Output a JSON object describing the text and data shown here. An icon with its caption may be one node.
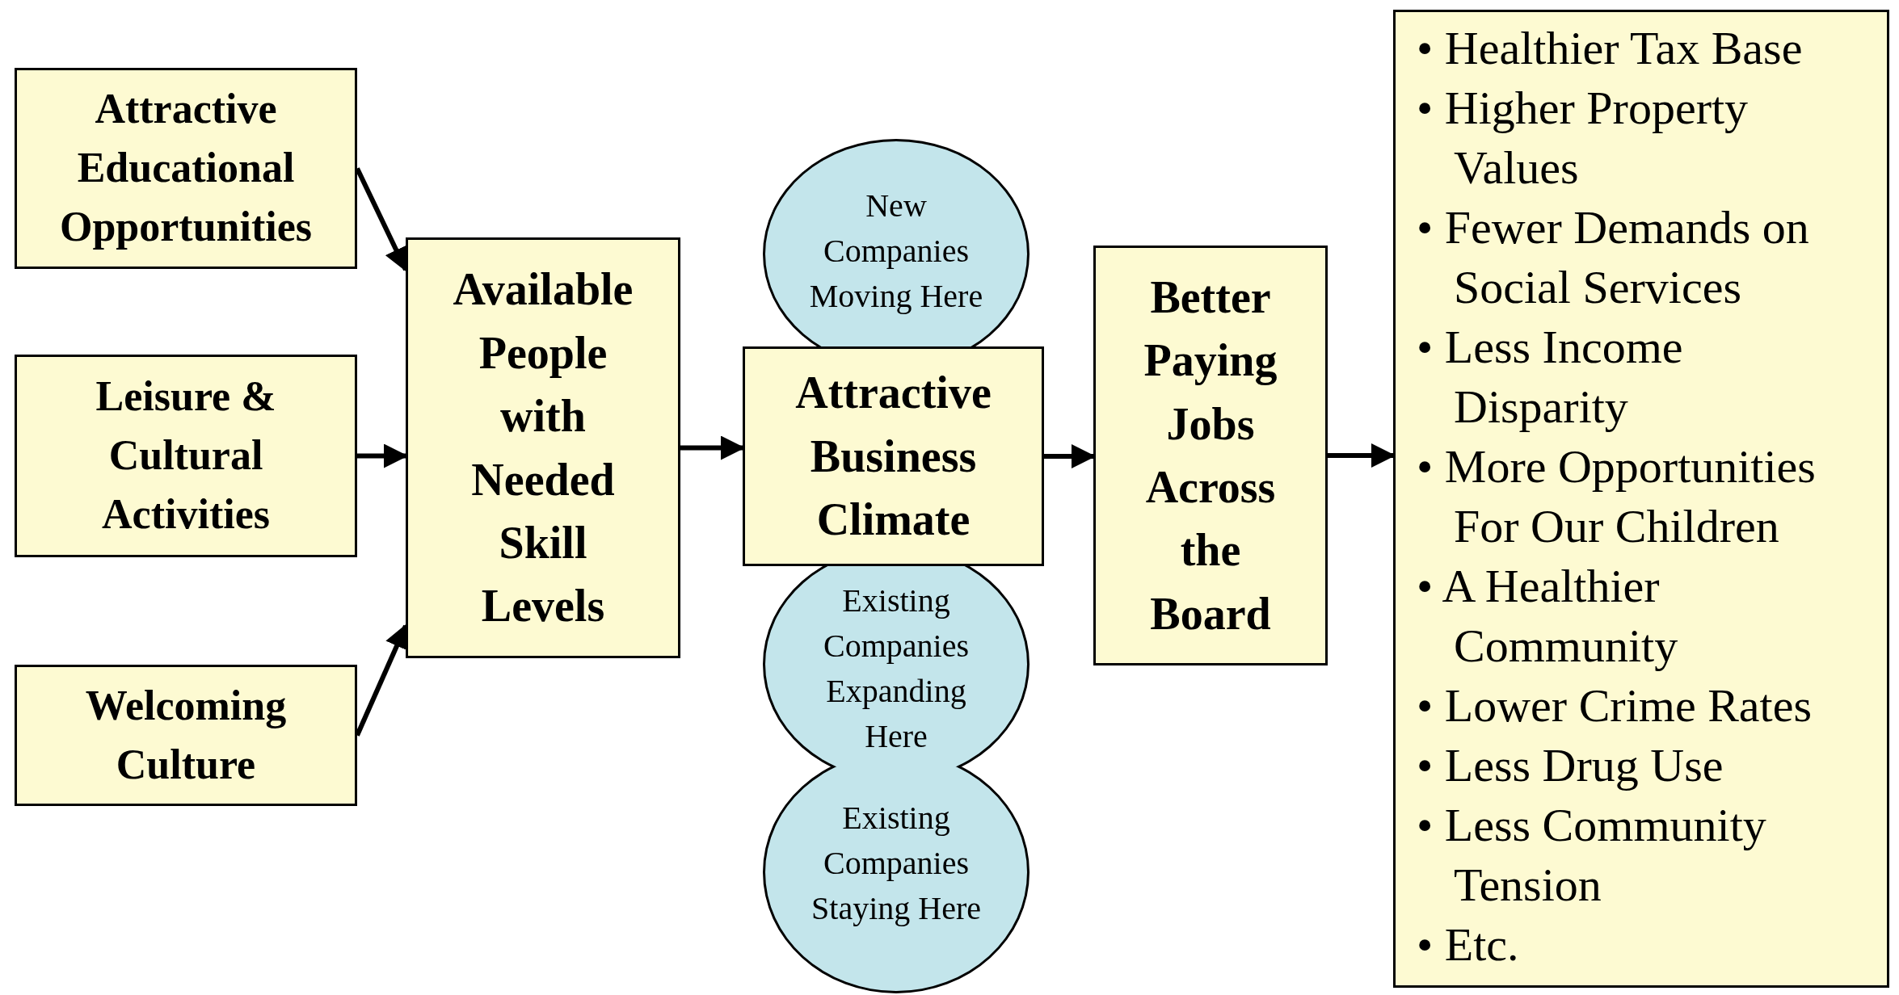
{
  "diagram": {
    "nodes": [
      {
        "text": [
          "Attractive Educational Opportunities"
        ]
      },
      {
        "text": [
          "Leisure & Cultural Activities"
        ]
      },
      {
        "text": [
          "Welcoming Culture"
        ]
      },
      {
        "text": [
          "Available People with Needed Skill Levels"
        ]
      },
      {
        "text": [
          "New Companies Moving Here"
        ]
      },
      {
        "text": [
          "Attractive Business Climate"
        ]
      },
      {
        "text": [
          "Existing Companies Expanding Here"
        ]
      },
      {
        "text": [
          "Existing Companies Staying Here"
        ]
      },
      {
        "text": [
          "Better Paying Jobs Across the Board"
        ]
      },
      {
        "text": [
          "• Healthier Tax Base",
          "• Higher Property Values",
          "• Fewer Demands on Social Services",
          "• Less Income Disparity",
          "• More Opportunities For Our Children",
          "• A Healthier Community",
          "• Lower Crime Rates",
          "• Less Drug Use",
          "• Less Community Tension",
          "• Etc."
        ]
      }
    ],
    "edges": [
      {
        "from": 0,
        "to": 3,
        "arrow": "to"
      },
      {
        "from": 1,
        "to": 3,
        "arrow": "to"
      },
      {
        "from": 2,
        "to": 3,
        "arrow": "to"
      },
      {
        "from": 3,
        "to": 5,
        "arrow": "to"
      },
      {
        "from": 5,
        "to": 8,
        "arrow": "to"
      },
      {
        "from": 8,
        "to": 9,
        "arrow": "to"
      }
    ]
  }
}
